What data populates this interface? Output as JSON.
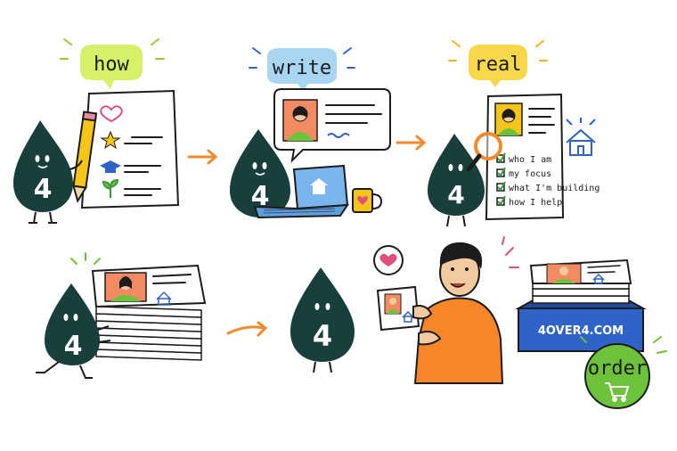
{
  "panels": {
    "how": {
      "bubble_label": "how",
      "bubble_color": "#d7f06a"
    },
    "write": {
      "bubble_label": "write",
      "bubble_color": "#a8d6f2"
    },
    "real": {
      "bubble_label": "real",
      "bubble_color": "#f7d84a",
      "checklist": [
        "who I am",
        "my focus",
        "what I'm building",
        "how I help"
      ]
    },
    "order": {
      "brand_label": "4OVER4.COM",
      "button_label": "order"
    }
  },
  "mascot": {
    "number": "4",
    "color": "#183f3b"
  },
  "colors": {
    "arrow": "#f28a2e",
    "order_button": "#6cc23a",
    "box": "#2f63c7",
    "shirt": "#f7862b"
  },
  "icons": [
    "pencil-icon",
    "heart-icon",
    "star-icon",
    "graduation-cap-icon",
    "sprout-icon",
    "laptop-icon",
    "home-icon",
    "coffee-mug-icon",
    "magnifier-icon",
    "check-icon",
    "cart-icon"
  ]
}
